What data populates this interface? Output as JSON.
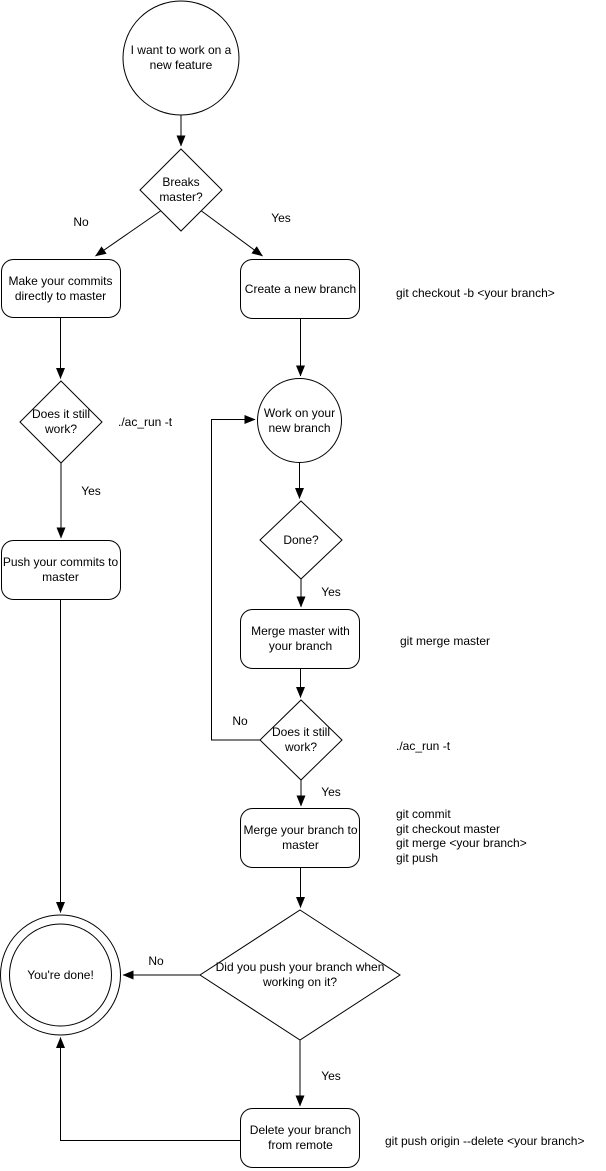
{
  "nodes": {
    "start": "I want to work on a new feature",
    "breaks_master": "Breaks master?",
    "make_commits": "Make your commits directly to master",
    "still_work_left": "Does it still work?",
    "push_commits": "Push your commits to master",
    "youre_done": "You're done!",
    "create_branch": "Create a new branch",
    "work_branch": "Work on your new branch",
    "done": "Done?",
    "merge_master": "Merge master with your branch",
    "still_work_right": "Does it still work?",
    "merge_branch": "Merge your branch to master",
    "did_you_push": "Did you push your branch when working on it?",
    "delete_branch": "Delete your branch from remote"
  },
  "edge_labels": {
    "breaks_no": "No",
    "breaks_yes": "Yes",
    "still_left_yes": "Yes",
    "done_yes": "Yes",
    "still_right_no": "No",
    "still_right_yes": "Yes",
    "push_no": "No",
    "push_yes": "Yes"
  },
  "commands": {
    "create_branch": "git checkout -b <your branch>",
    "still_work_left": "./ac_run -t",
    "merge_master": "git merge master",
    "still_work_right": "./ac_run -t",
    "merge_branch": [
      "git commit",
      "git checkout master",
      "git merge <your branch>",
      "git push"
    ],
    "delete_branch": "git push origin --delete <your branch>"
  },
  "colors": {
    "stroke": "#000000",
    "fill": "#ffffff"
  }
}
